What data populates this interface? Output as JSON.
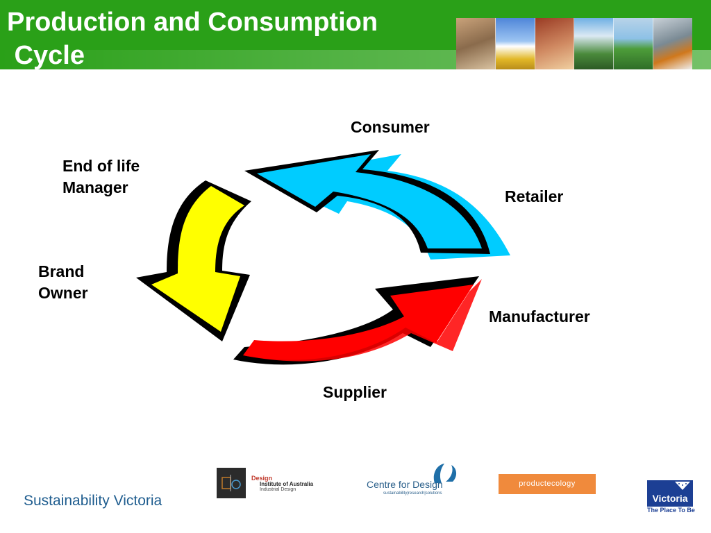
{
  "slide": {
    "title": "Production and Consumption\n Cycle",
    "header_photos": [
      "child-with-bowl",
      "sunflower-field",
      "family",
      "green-landscape",
      "waterfall",
      "construction-workers"
    ]
  },
  "diagram": {
    "type": "cycle",
    "stages": [
      {
        "id": "consumer",
        "label": "Consumer"
      },
      {
        "id": "retailer",
        "label": "Retailer"
      },
      {
        "id": "manufacturer",
        "label": "Manufacturer"
      },
      {
        "id": "supplier",
        "label": "Supplier"
      },
      {
        "id": "brand-owner",
        "label": "Brand\nOwner"
      },
      {
        "id": "end-of-life",
        "label": "End of life\nManager"
      }
    ],
    "arrows": [
      {
        "id": "cyan-arrow",
        "color": "#00ccff",
        "from": "Retailer",
        "to": "End of life Manager"
      },
      {
        "id": "yellow-arrow",
        "color": "#ffff00",
        "from": "End of life Manager",
        "to": "Brand Owner"
      },
      {
        "id": "red-arrow",
        "color": "#ff0000",
        "from": "Supplier",
        "to": "Manufacturer"
      }
    ]
  },
  "footer": {
    "brand": "Sustainability Victoria",
    "logos": {
      "design_institute": {
        "line1": "Design",
        "line2": "Institute of Australia",
        "line3": "Industrial Design"
      },
      "centre_for_design": {
        "line1": "Centre for Design",
        "line2": "sustainability|research|solutions"
      },
      "product_ecology": {
        "text": "productecology"
      },
      "victoria": {
        "line1": "Victoria",
        "line2": "The Place To Be"
      }
    }
  },
  "colors": {
    "header_green": "#2aa018",
    "cyan": "#00ccff",
    "yellow": "#ffff00",
    "red": "#ff0000",
    "brand_blue": "#1f5d8f"
  }
}
